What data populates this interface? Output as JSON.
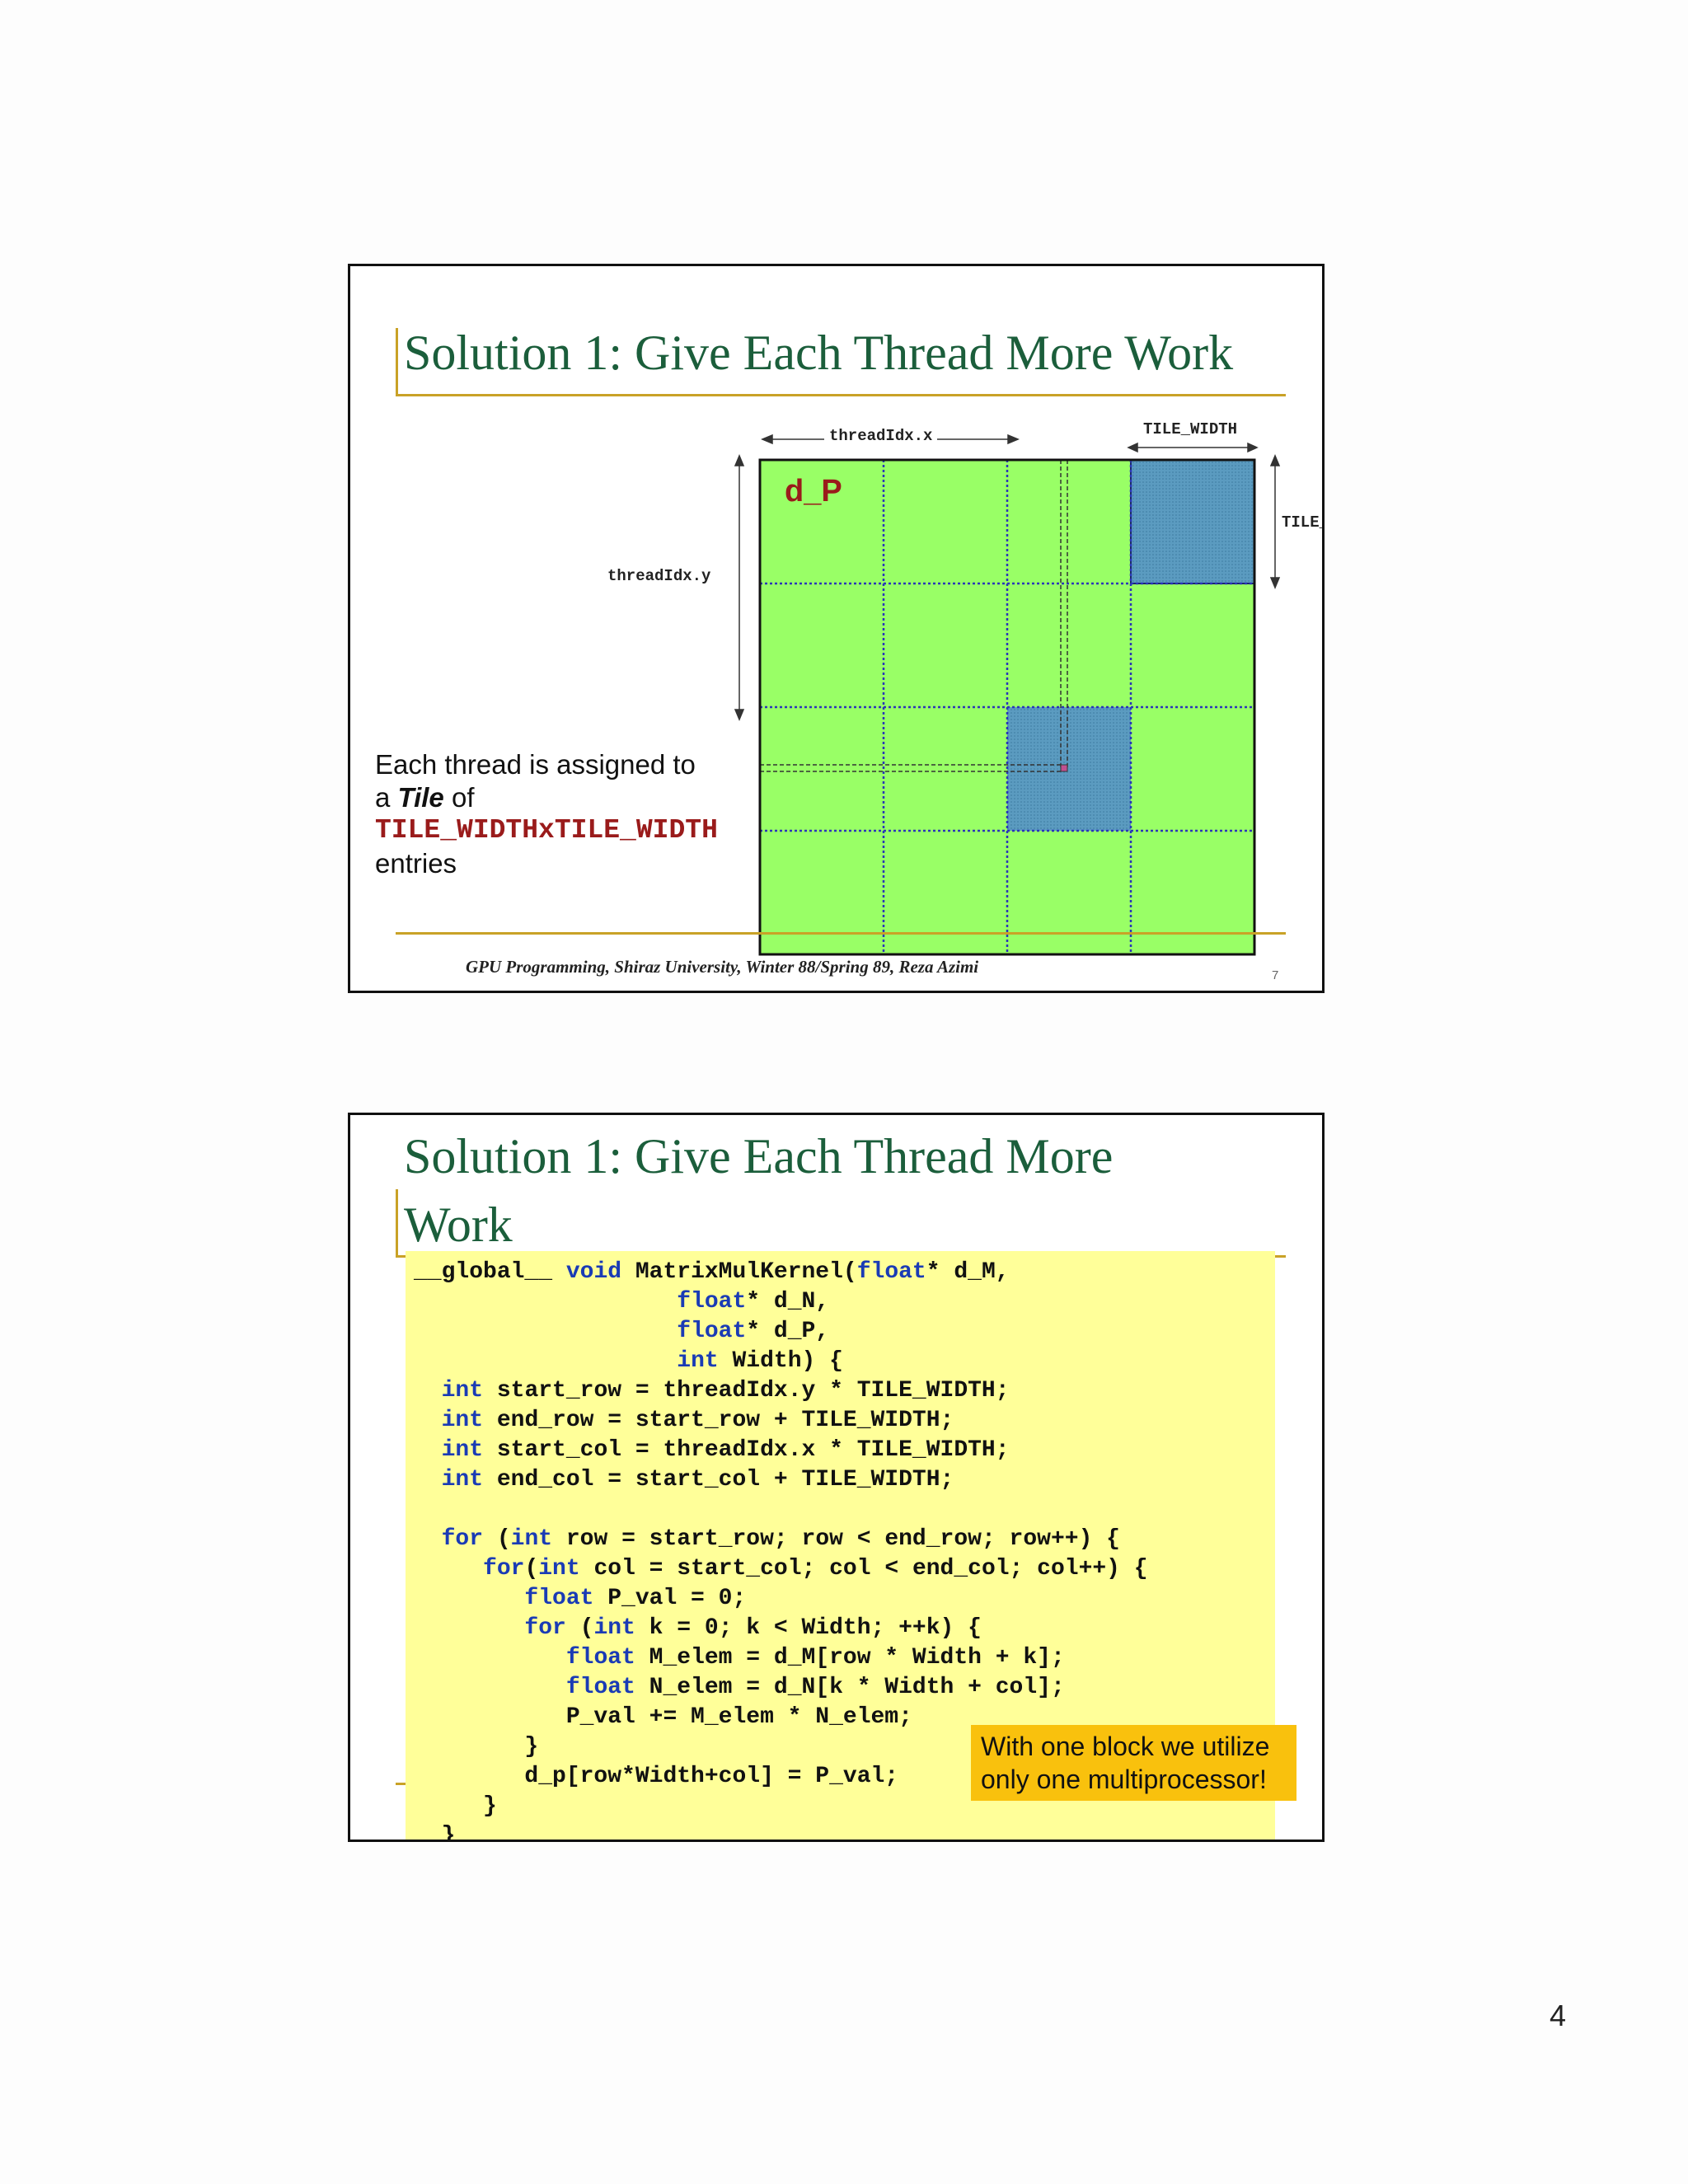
{
  "slide1": {
    "title": "Solution 1: Give Each Thread More Work",
    "diagram": {
      "matrix_label": "d_P",
      "label_x": "threadIdx.x",
      "label_y": "threadIdx.y",
      "label_tile_top": "TILE_WIDTH",
      "label_tile_right": "TILE_"
    },
    "description": {
      "line1": "Each thread is assigned to",
      "line2_prefix": "a ",
      "line2_tile": "Tile",
      "line2_suffix": " of",
      "line3": "TILE_WIDTHxTILE_WIDTH",
      "line4": "entries"
    },
    "footer": "GPU Programming, Shiraz University, Winter 88/Spring 89, Reza Azimi",
    "page_number": "7"
  },
  "slide2": {
    "title_line1": "Solution 1: Give Each Thread More",
    "title_line2": "Work",
    "code_lines": [
      [
        {
          "t": "__global__ ",
          "k": false
        },
        {
          "t": "void",
          "k": true
        },
        {
          "t": " MatrixMulKernel(",
          "k": false
        },
        {
          "t": "float",
          "k": true
        },
        {
          "t": "* d_M,",
          "k": false
        }
      ],
      [
        {
          "t": "                   ",
          "k": false
        },
        {
          "t": "float",
          "k": true
        },
        {
          "t": "* d_N,",
          "k": false
        }
      ],
      [
        {
          "t": "                   ",
          "k": false
        },
        {
          "t": "float",
          "k": true
        },
        {
          "t": "* d_P,",
          "k": false
        }
      ],
      [
        {
          "t": "                   ",
          "k": false
        },
        {
          "t": "int",
          "k": true
        },
        {
          "t": " Width) {",
          "k": false
        }
      ],
      [
        {
          "t": "  ",
          "k": false
        },
        {
          "t": "int",
          "k": true
        },
        {
          "t": " start_row = threadIdx.y * TILE_WIDTH;",
          "k": false
        }
      ],
      [
        {
          "t": "  ",
          "k": false
        },
        {
          "t": "int",
          "k": true
        },
        {
          "t": " end_row = start_row + TILE_WIDTH;",
          "k": false
        }
      ],
      [
        {
          "t": "  ",
          "k": false
        },
        {
          "t": "int",
          "k": true
        },
        {
          "t": " start_col = threadIdx.x * TILE_WIDTH;",
          "k": false
        }
      ],
      [
        {
          "t": "  ",
          "k": false
        },
        {
          "t": "int",
          "k": true
        },
        {
          "t": " end_col = start_col + TILE_WIDTH;",
          "k": false
        }
      ],
      [
        {
          "t": "",
          "k": false
        }
      ],
      [
        {
          "t": "  ",
          "k": false
        },
        {
          "t": "for",
          "k": true
        },
        {
          "t": " (",
          "k": false
        },
        {
          "t": "int",
          "k": true
        },
        {
          "t": " row = start_row; row < end_row; row++) {",
          "k": false
        }
      ],
      [
        {
          "t": "     ",
          "k": false
        },
        {
          "t": "for",
          "k": true
        },
        {
          "t": "(",
          "k": false
        },
        {
          "t": "int",
          "k": true
        },
        {
          "t": " col = start_col; col < end_col; col++) {",
          "k": false
        }
      ],
      [
        {
          "t": "        ",
          "k": false
        },
        {
          "t": "float",
          "k": true
        },
        {
          "t": " P_val = 0;",
          "k": false
        }
      ],
      [
        {
          "t": "        ",
          "k": false
        },
        {
          "t": "for",
          "k": true
        },
        {
          "t": " (",
          "k": false
        },
        {
          "t": "int",
          "k": true
        },
        {
          "t": " k = 0; k < Width; ++k) {",
          "k": false
        }
      ],
      [
        {
          "t": "           ",
          "k": false
        },
        {
          "t": "float",
          "k": true
        },
        {
          "t": " M_elem = d_M[row * Width + k];",
          "k": false
        }
      ],
      [
        {
          "t": "           ",
          "k": false
        },
        {
          "t": "float",
          "k": true
        },
        {
          "t": " N_elem = d_N[k * Width + col];",
          "k": false
        }
      ],
      [
        {
          "t": "           P_val += M_elem * N_elem;",
          "k": false
        }
      ],
      [
        {
          "t": "        }",
          "k": false
        }
      ],
      [
        {
          "t": "        d_p[row*Width+col] = P_val;",
          "k": false
        }
      ],
      [
        {
          "t": "     }",
          "k": false
        }
      ],
      [
        {
          "t": "  }",
          "k": false
        }
      ]
    ],
    "callout_line1": "With one block we utilize",
    "callout_line2": "only one multiprocessor!"
  },
  "page_number": "4",
  "colors": {
    "title_green": "#1b5e3b",
    "accent_gold": "#c9a227",
    "matrix_green": "#99ff66",
    "tile_blue": "#5b9bc0",
    "code_bg": "#ffff99",
    "callout_bg": "#f9c10d",
    "keyword_blue": "#1a3bb5",
    "dark_red": "#9a1b1b"
  }
}
